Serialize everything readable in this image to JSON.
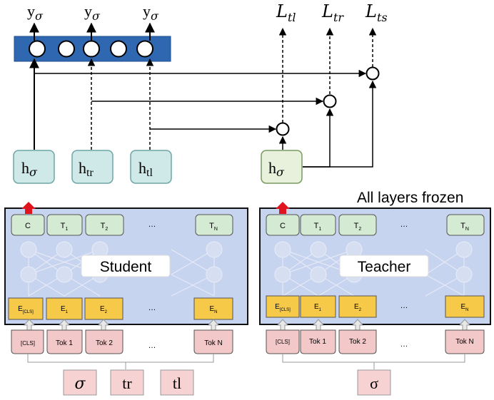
{
  "outputs": {
    "y_sigma_1": {
      "base": "y",
      "sub": "σ"
    },
    "y_sigma_2": {
      "base": "y",
      "sub": "σ"
    },
    "y_sigma_3": {
      "base": "y",
      "sub": "σ"
    }
  },
  "losses": {
    "L_tl": {
      "base": "L",
      "sub": "tl"
    },
    "L_tr": {
      "base": "L",
      "sub": "tr"
    },
    "L_ts": {
      "base": "L",
      "sub": "ts"
    }
  },
  "hidden": {
    "h_sigma_student": {
      "base": "h",
      "sub": "σ"
    },
    "h_tr": {
      "base": "h",
      "sub": "tr"
    },
    "h_tl": {
      "base": "h",
      "sub": "tl"
    },
    "h_sigma_teacher": {
      "base": "h",
      "sub": "σ"
    }
  },
  "frozen_label": "All layers frozen",
  "student": {
    "name": "Student",
    "top_tokens": [
      "C",
      "T",
      "T",
      "…",
      "T"
    ],
    "top_subs": [
      "",
      "1",
      "2",
      "",
      "N"
    ],
    "emb_tokens": [
      "E",
      "E",
      "E",
      "…",
      "E"
    ],
    "emb_subs": [
      "[CLS]",
      "1",
      "2",
      "",
      "N"
    ],
    "input_tokens": [
      "[CLS]",
      "Tok 1",
      "Tok 2",
      "…",
      "Tok N"
    ]
  },
  "teacher": {
    "name": "Teacher",
    "top_tokens": [
      "C",
      "T",
      "T",
      "…",
      "T"
    ],
    "top_subs": [
      "",
      "1",
      "2",
      "",
      "N"
    ],
    "emb_tokens": [
      "E",
      "E",
      "E",
      "…",
      "E"
    ],
    "emb_subs": [
      "[CLS]",
      "1",
      "2",
      "",
      "N"
    ],
    "input_tokens": [
      "[CLS]",
      "Tok 1",
      "Tok 2",
      "…",
      "Tok N"
    ]
  },
  "student_inputs": [
    "σ",
    "tr",
    "tl"
  ],
  "teacher_input": "σ",
  "colors": {
    "blue_bar": "#2f67b1",
    "hidden_fill": "#cfe9e9",
    "hidden_teacher_fill": "#e7f1dc",
    "model_fill": "#c7d4ef",
    "cell_fill": "#d5ead3",
    "emb_fill": "#f7c948",
    "token_fill": "#f3c8c8",
    "input_fill": "#f6d2d2",
    "red_arrow": "#e0141e"
  }
}
